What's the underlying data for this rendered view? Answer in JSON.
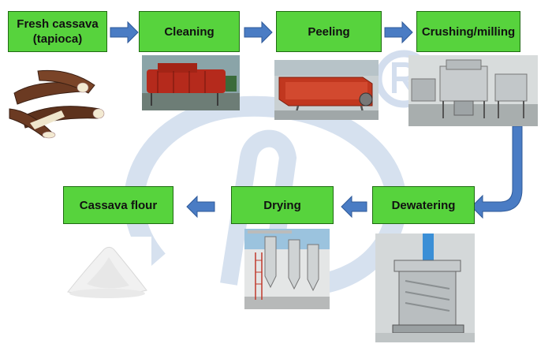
{
  "steps": [
    {
      "id": "fresh",
      "label": "Fresh cassava (tapioca)"
    },
    {
      "id": "cleaning",
      "label": "Cleaning"
    },
    {
      "id": "peeling",
      "label": "Peeling"
    },
    {
      "id": "crushing",
      "label": "Crushing/milling"
    },
    {
      "id": "dewatering",
      "label": "Dewatering"
    },
    {
      "id": "drying",
      "label": "Drying"
    },
    {
      "id": "flour",
      "label": "Cassava flour"
    }
  ],
  "colors": {
    "box_fill": "#57d33d",
    "box_border": "#1f6b12",
    "arrow": "#4a7cc4",
    "watermark": "#c9d7ea"
  },
  "icons": [
    "process-arrow-icon",
    "watermark-logo-icon",
    "registered-mark-icon"
  ]
}
